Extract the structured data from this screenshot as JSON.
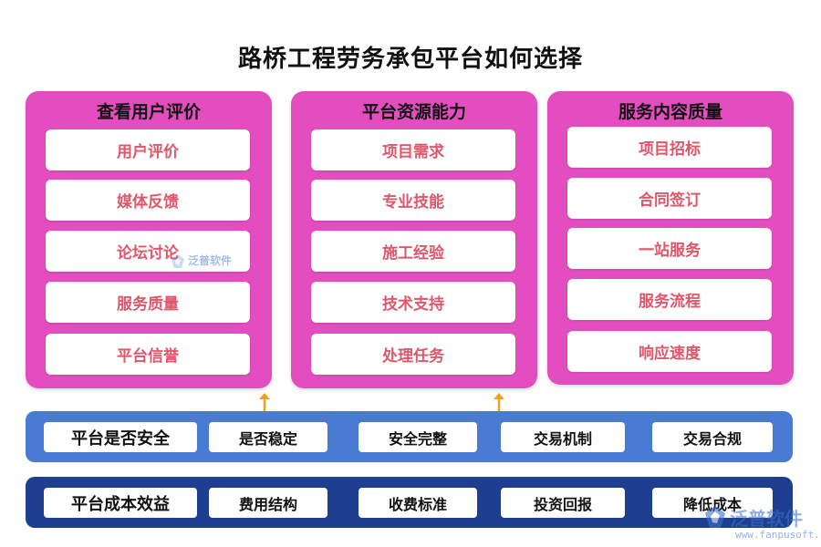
{
  "title": "路桥工程劳务承包平台如何选择",
  "panels": [
    {
      "title": "查看用户评价",
      "items": [
        "用户评价",
        "媒体反馈",
        "论坛讨论",
        "服务质量",
        "平台信誉"
      ]
    },
    {
      "title": "平台资源能力",
      "items": [
        "项目需求",
        "专业技能",
        "施工经验",
        "技术支持",
        "处理任务"
      ]
    },
    {
      "title": "服务内容质量",
      "items": [
        "项目招标",
        "合同签订",
        "一站服务",
        "服务流程",
        "响应速度"
      ]
    }
  ],
  "bars": [
    {
      "head": "平台是否安全",
      "items": [
        "是否稳定",
        "安全完整",
        "交易机制",
        "交易合规"
      ]
    },
    {
      "head": "平台成本效益",
      "items": [
        "费用结构",
        "收费标准",
        "投资回报",
        "降低成本"
      ]
    }
  ],
  "watermarks": {
    "center_text": "泛普软件",
    "corner_text": "泛普软件",
    "corner_url": "www.fanpusoft.com"
  },
  "colors": {
    "panel_bg": "#e44dbf",
    "item_text": "#e0566a",
    "bar1_bg": "#4a7bd3",
    "bar2_bg": "#1e3f8f",
    "arrow": "#f0a020"
  },
  "icons": [
    "double-arrow-icon",
    "fanpu-logo-icon"
  ]
}
